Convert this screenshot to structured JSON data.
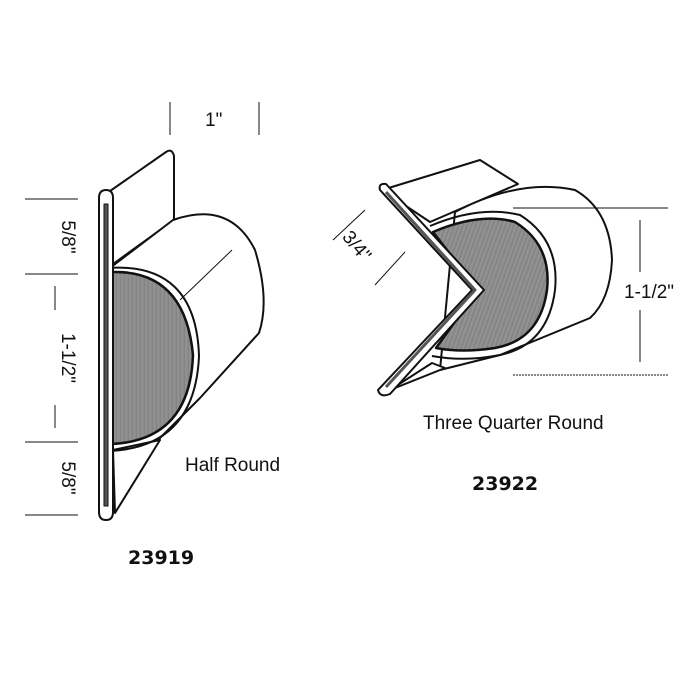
{
  "diagram": {
    "type": "product-profile-drawing",
    "colors": {
      "outline": "#111111",
      "insert_fill": "#8a8a8a",
      "background": "#ffffff"
    },
    "half_round": {
      "name": "Half Round",
      "part_number": "23919",
      "dimensions": {
        "flange_width": "1\"",
        "top_flange": "5/8\"",
        "profile_height": "1-1/2\"",
        "bottom_flange": "5/8\""
      }
    },
    "three_quarter_round": {
      "name": "Three Quarter Round",
      "part_number": "23922",
      "dimensions": {
        "flange_length": "3/4\"",
        "profile_height": "1-1/2\""
      }
    }
  }
}
